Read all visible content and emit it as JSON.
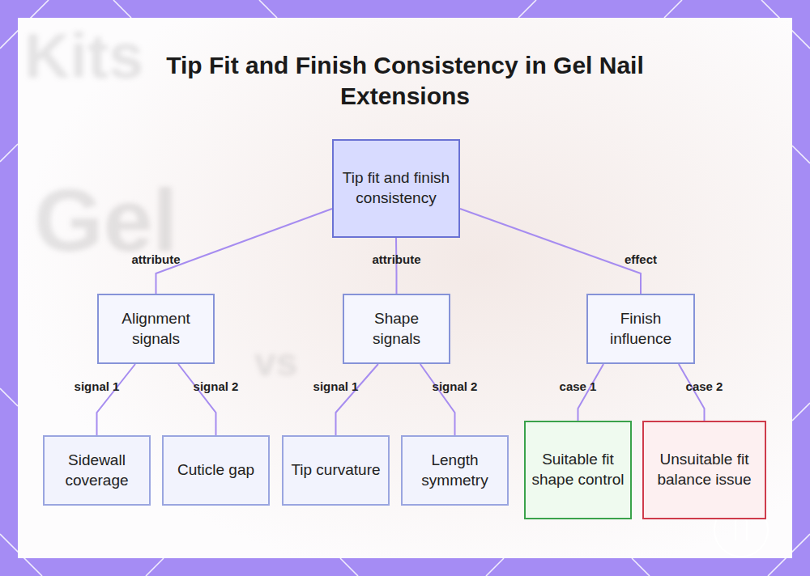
{
  "diagram": {
    "title": "Tip Fit and Finish Consistency in Gel Nail Extensions",
    "nodes": [
      {
        "text": [
          "Tip fit and finish consistency"
        ]
      },
      {
        "text": [
          "Alignment signals"
        ]
      },
      {
        "text": [
          "Shape signals"
        ]
      },
      {
        "text": [
          "Finish influence"
        ]
      },
      {
        "text": [
          "Sidewall coverage"
        ]
      },
      {
        "text": [
          "Cuticle gap"
        ]
      },
      {
        "text": [
          "Tip curvature"
        ]
      },
      {
        "text": [
          "Length symmetry"
        ]
      },
      {
        "text": [
          "Suitable fit shape control"
        ]
      },
      {
        "text": [
          "Unsuitable fit balance issue"
        ]
      }
    ],
    "edges": [
      {
        "from": 0,
        "to": 1,
        "label": "attribute",
        "arrow": "none"
      },
      {
        "from": 0,
        "to": 2,
        "label": "attribute",
        "arrow": "none"
      },
      {
        "from": 0,
        "to": 3,
        "label": "effect",
        "arrow": "none"
      },
      {
        "from": 1,
        "to": 4,
        "label": "signal 1",
        "arrow": "none"
      },
      {
        "from": 1,
        "to": 5,
        "label": "signal 2",
        "arrow": "none"
      },
      {
        "from": 2,
        "to": 6,
        "label": "signal 1",
        "arrow": "none"
      },
      {
        "from": 2,
        "to": 7,
        "label": "signal 2",
        "arrow": "none"
      },
      {
        "from": 3,
        "to": 8,
        "label": "case 1",
        "arrow": "none"
      },
      {
        "from": 3,
        "to": 9,
        "label": "case 2",
        "arrow": "none"
      }
    ],
    "labels": [
      "Kits",
      "Gel",
      "vs"
    ]
  }
}
